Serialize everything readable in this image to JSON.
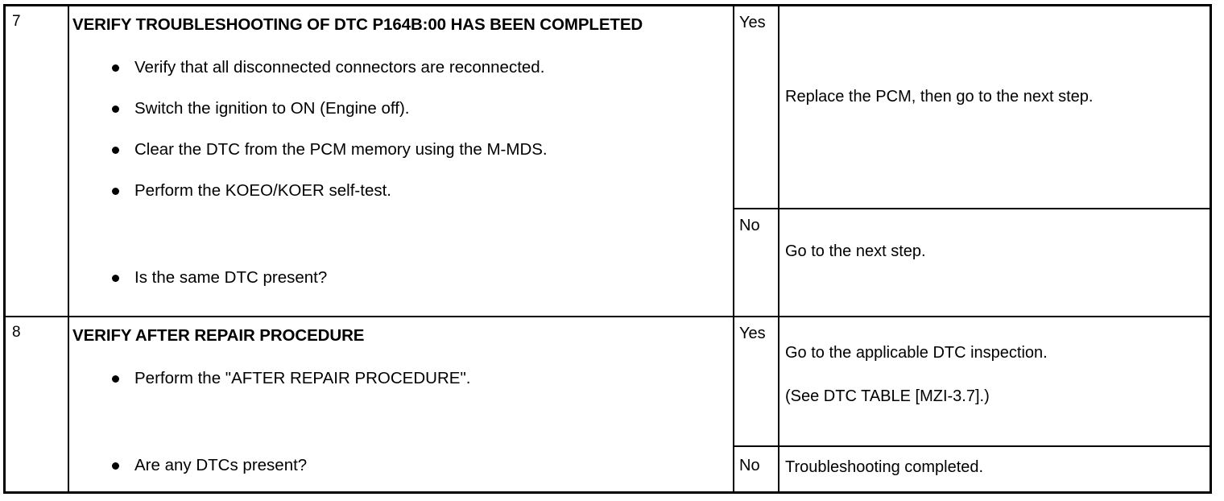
{
  "document": {
    "kind": "diagnostic-troubleshooting-table",
    "columns": [
      "step",
      "inspection",
      "result",
      "action"
    ]
  },
  "rows": [
    {
      "step": "7",
      "heading": "VERIFY TROUBLESHOOTING OF DTC P164B:00 HAS BEEN COMPLETED",
      "bullets": [
        "Verify that all disconnected connectors are reconnected.",
        "Switch the ignition to ON (Engine off).",
        "Clear the DTC from the PCM memory using the M-MDS.",
        "Perform the KOEO/KOER self-test.",
        "Is the same DTC present?"
      ],
      "yes": {
        "label": "Yes",
        "lines": [
          "Replace the PCM, then go to the next step."
        ]
      },
      "no": {
        "label": "No",
        "lines": [
          "Go to the next step."
        ]
      }
    },
    {
      "step": "8",
      "heading": "VERIFY AFTER REPAIR PROCEDURE",
      "bullets": [
        "Perform the \"AFTER REPAIR PROCEDURE\".",
        "Are any DTCs present?"
      ],
      "yes": {
        "label": "Yes",
        "lines": [
          "Go to the applicable DTC inspection.",
          "(See DTC TABLE [MZI-3.7].)"
        ]
      },
      "no": {
        "label": "No",
        "lines": [
          "Troubleshooting completed."
        ]
      }
    }
  ]
}
